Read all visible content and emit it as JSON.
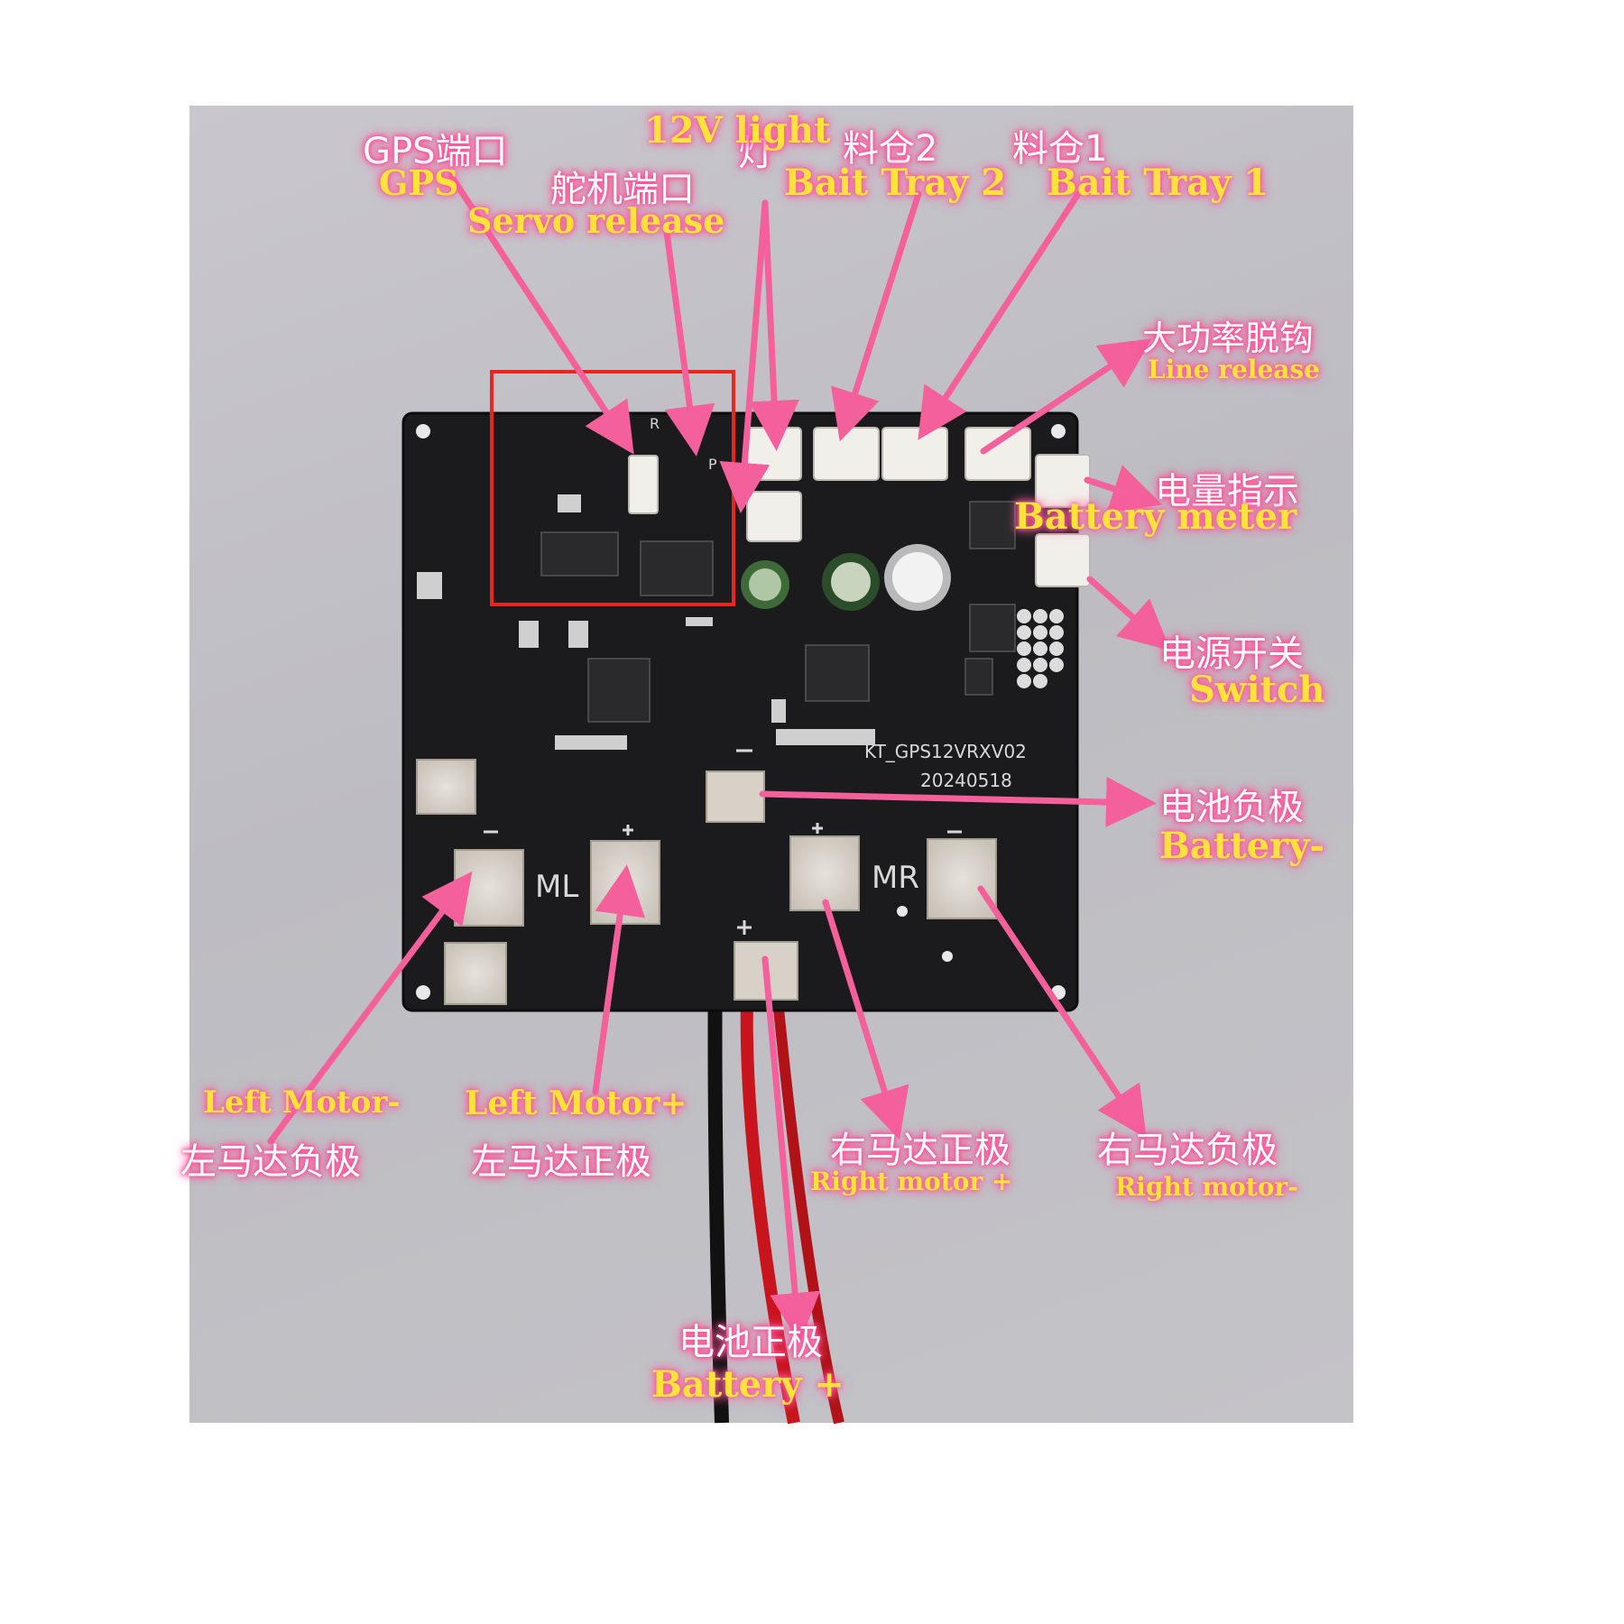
{
  "board": {
    "model": "KT_GPS12VRXV02",
    "date": "20240518",
    "pad_left": "ML",
    "pad_right": "MR",
    "header_mark": "R",
    "port_mark": "P"
  },
  "labels": {
    "gps": {
      "cn": "GPS端口",
      "en": "GPS"
    },
    "servo": {
      "cn": "舵机端口",
      "en": "Servo release"
    },
    "light": {
      "cn": "灯",
      "en": "12V light"
    },
    "bait2": {
      "cn": "料仓2",
      "en": "Bait Tray 2"
    },
    "bait1": {
      "cn": "料仓1",
      "en": "Bait Tray 1"
    },
    "line_release": {
      "cn": "大功率脱钩",
      "en": "Line release"
    },
    "battery_meter": {
      "cn": "电量指示",
      "en": "Battery meter"
    },
    "switch": {
      "cn": "电源开关",
      "en": "Switch"
    },
    "battery_neg": {
      "cn": "电池负极",
      "en": "Battery-"
    },
    "left_motor_neg": {
      "cn": "左马达负极",
      "en": "Left Motor-"
    },
    "left_motor_pos": {
      "cn": "左马达正极",
      "en": "Left Motor+"
    },
    "right_motor_pos": {
      "cn": "右马达正极",
      "en": "Right motor +"
    },
    "right_motor_neg": {
      "cn": "右马达负极",
      "en": "Right  motor-"
    },
    "battery_pos": {
      "cn": "电池正极",
      "en": "Battery +"
    }
  },
  "colors": {
    "arrow": "#f4609b",
    "highlight_box": "#e8261f",
    "pcb": "#1b1b1d",
    "background_photo": "#c6c5ca"
  }
}
